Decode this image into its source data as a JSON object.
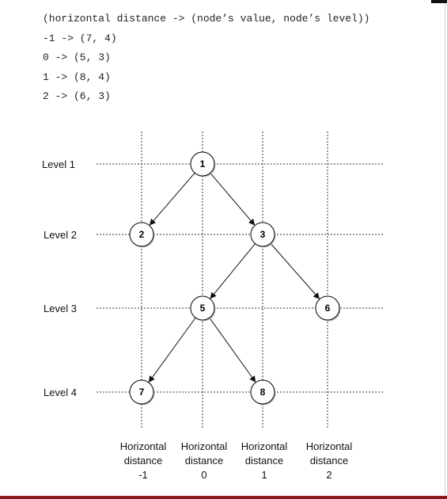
{
  "code": {
    "lines": [
      "(horizontal distance -> (node’s value, node’s level))",
      "-1 -> (7, 4)",
      "0 -> (5, 3)",
      "1 -> (8, 4)",
      "2 -> (6, 3)"
    ]
  },
  "diagram": {
    "levels": [
      "Level 1",
      "Level 2",
      "Level 3",
      "Level 4"
    ],
    "columns": [
      {
        "lines": [
          "Horizontal",
          "distance",
          "-1"
        ]
      },
      {
        "lines": [
          "Horizontal",
          "distance",
          "0"
        ]
      },
      {
        "lines": [
          "Horizontal",
          "distance",
          "1"
        ]
      },
      {
        "lines": [
          "Horizontal",
          "distance",
          "2"
        ]
      }
    ],
    "nodes": [
      {
        "value": "1",
        "level": 1,
        "hd": 0
      },
      {
        "value": "2",
        "level": 2,
        "hd": -1
      },
      {
        "value": "3",
        "level": 2,
        "hd": 1
      },
      {
        "value": "5",
        "level": 3,
        "hd": 0
      },
      {
        "value": "6",
        "level": 3,
        "hd": 2
      },
      {
        "value": "7",
        "level": 4,
        "hd": -1
      },
      {
        "value": "8",
        "level": 4,
        "hd": 1
      }
    ],
    "edges": [
      [
        "1",
        "2"
      ],
      [
        "1",
        "3"
      ],
      [
        "3",
        "5"
      ],
      [
        "3",
        "6"
      ],
      [
        "5",
        "7"
      ],
      [
        "5",
        "8"
      ]
    ],
    "colors": {
      "line": "#333333",
      "node_fill": "#ffffff",
      "node_stroke": "#000000"
    }
  }
}
